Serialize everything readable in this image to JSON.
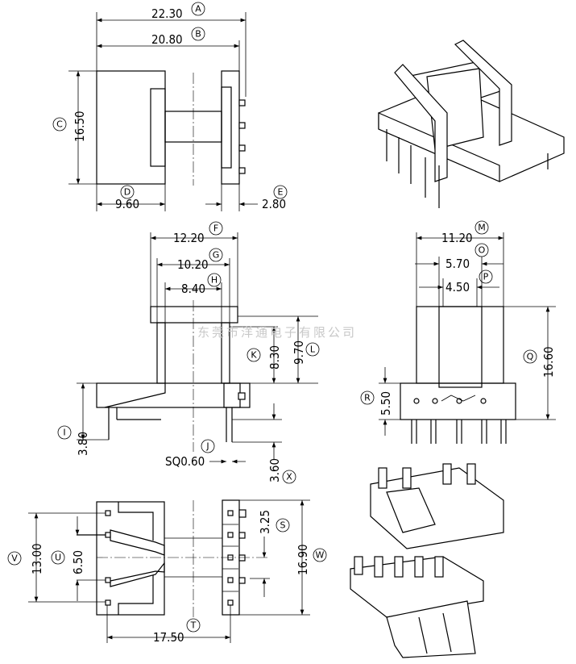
{
  "watermark": "东莞市洋通电子有限公司",
  "dimensions": {
    "A": {
      "letter": "A",
      "value": "22.30"
    },
    "B": {
      "letter": "B",
      "value": "20.80"
    },
    "C": {
      "letter": "C",
      "value": "16.50"
    },
    "D": {
      "letter": "D",
      "value": "9.60"
    },
    "E": {
      "letter": "E",
      "value": "2.80"
    },
    "F": {
      "letter": "F",
      "value": "12.20"
    },
    "G": {
      "letter": "G",
      "value": "10.20"
    },
    "H": {
      "letter": "H",
      "value": "8.40"
    },
    "I": {
      "letter": "I",
      "value": "3.80"
    },
    "J": {
      "letter": "J",
      "value": "SQ0.60"
    },
    "K": {
      "letter": "K",
      "value": "8.30"
    },
    "L": {
      "letter": "L",
      "value": "9.70"
    },
    "M": {
      "letter": "M",
      "value": "11.20"
    },
    "O": {
      "letter": "O",
      "value": "5.70"
    },
    "P": {
      "letter": "P",
      "value": "4.50"
    },
    "Q": {
      "letter": "Q",
      "value": "16.60"
    },
    "R": {
      "letter": "R",
      "value": "5.50"
    },
    "S": {
      "letter": "S",
      "value": "3.25"
    },
    "T": {
      "letter": "T",
      "value": "17.50"
    },
    "U": {
      "letter": "U",
      "value": "6.50"
    },
    "V": {
      "letter": "V",
      "value": "13.00"
    },
    "W": {
      "letter": "W",
      "value": "16.90"
    },
    "X": {
      "letter": "X",
      "value": "3.60"
    }
  }
}
